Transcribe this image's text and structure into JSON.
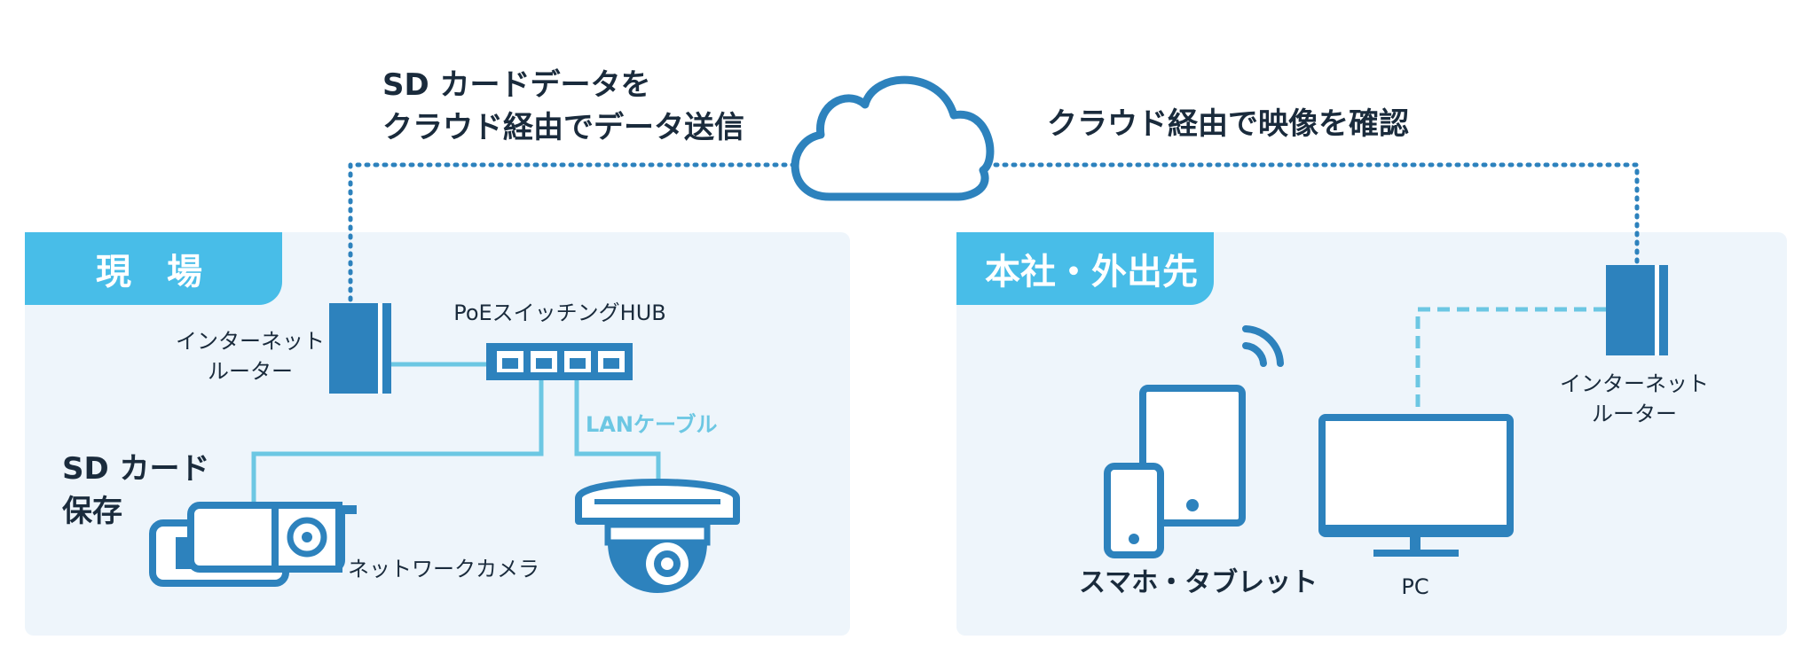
{
  "top_left_caption": "SD カードデータを\nクラウド経由でデータ送信",
  "top_right_caption": "クラウド経由で映像を確認",
  "site_panel": {
    "title": "現　場",
    "router_label": "インターネット\nルーター",
    "hub_label": "PoEスイッチングHUB",
    "lan_label": "LANケーブル",
    "sd_label": "SD カード\n保存",
    "camera_label": "ネットワークカメラ"
  },
  "office_panel": {
    "title": "本社・外出先",
    "router_label": "インターネット\nルーター",
    "mobile_label": "スマホ・タブレット",
    "pc_label": "PC"
  },
  "colors": {
    "panel_bg": "#eef5fb",
    "tab_bg": "#48bde8",
    "device_blue": "#2d82bd",
    "cable_light": "#6cc7e3",
    "text_dark": "#1a2b3c"
  }
}
